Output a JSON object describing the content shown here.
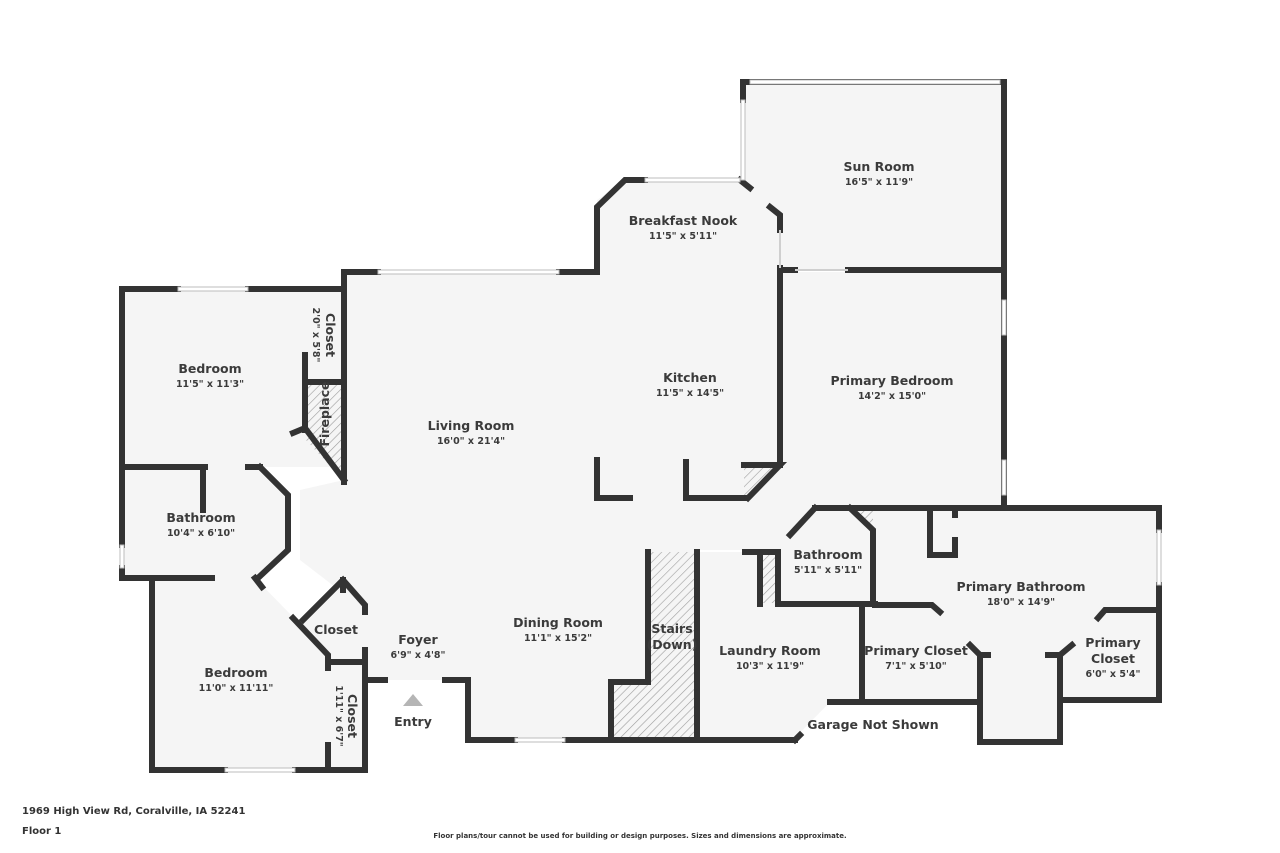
{
  "plan": {
    "floor_label": "Floor 1",
    "address": "1969 High View Rd, Coralville, IA 52241",
    "disclaimer": "Floor plans/tour cannot be used for building or design purposes. Sizes and dimensions are approximate.",
    "colors": {
      "wall": "#333333",
      "floor": "#f5f5f5",
      "text": "#3b3b3b",
      "hatch": "#9e9e9e",
      "entry_marker": "#b5b5b5"
    },
    "rooms": [
      {
        "name": "Sun Room",
        "dim": "16'5\" x 11'9\""
      },
      {
        "name": "Breakfast Nook",
        "dim": "11'5\" x 5'11\""
      },
      {
        "name": "Bedroom",
        "dim": "11'5\" x 11'3\""
      },
      {
        "name": "Closet",
        "dim": "2'0\" x 5'8\""
      },
      {
        "name": "Fireplace",
        "dim": ""
      },
      {
        "name": "Living Room",
        "dim": "16'0\" x 21'4\""
      },
      {
        "name": "Kitchen",
        "dim": "11'5\" x 14'5\""
      },
      {
        "name": "Primary Bedroom",
        "dim": "14'2\" x 15'0\""
      },
      {
        "name": "Bathroom",
        "dim": "10'4\" x 6'10\""
      },
      {
        "name": "Bathroom",
        "dim": "5'11\" x 5'11\""
      },
      {
        "name": "Primary Bathroom",
        "dim": "18'0\" x 14'9\""
      },
      {
        "name": "Closet",
        "dim": ""
      },
      {
        "name": "Foyer",
        "dim": "6'9\" x 4'8\""
      },
      {
        "name": "Dining Room",
        "dim": "11'1\" x 15'2\""
      },
      {
        "name": "Stairs",
        "dim": "(Down)"
      },
      {
        "name": "Laundry Room",
        "dim": "10'3\" x 11'9\""
      },
      {
        "name": "Primary Closet",
        "dim": "7'1\" x 5'10\""
      },
      {
        "name": "Primary",
        "dim": "Closet"
      },
      {
        "name": "6'0\" x 5'4\"",
        "dim": ""
      },
      {
        "name": "Bedroom",
        "dim": "11'0\" x 11'11\""
      },
      {
        "name": "Closet",
        "dim": "1'11\" x 6'7\""
      }
    ],
    "annotations": {
      "entry": "Entry",
      "garage": "Garage Not Shown"
    }
  }
}
